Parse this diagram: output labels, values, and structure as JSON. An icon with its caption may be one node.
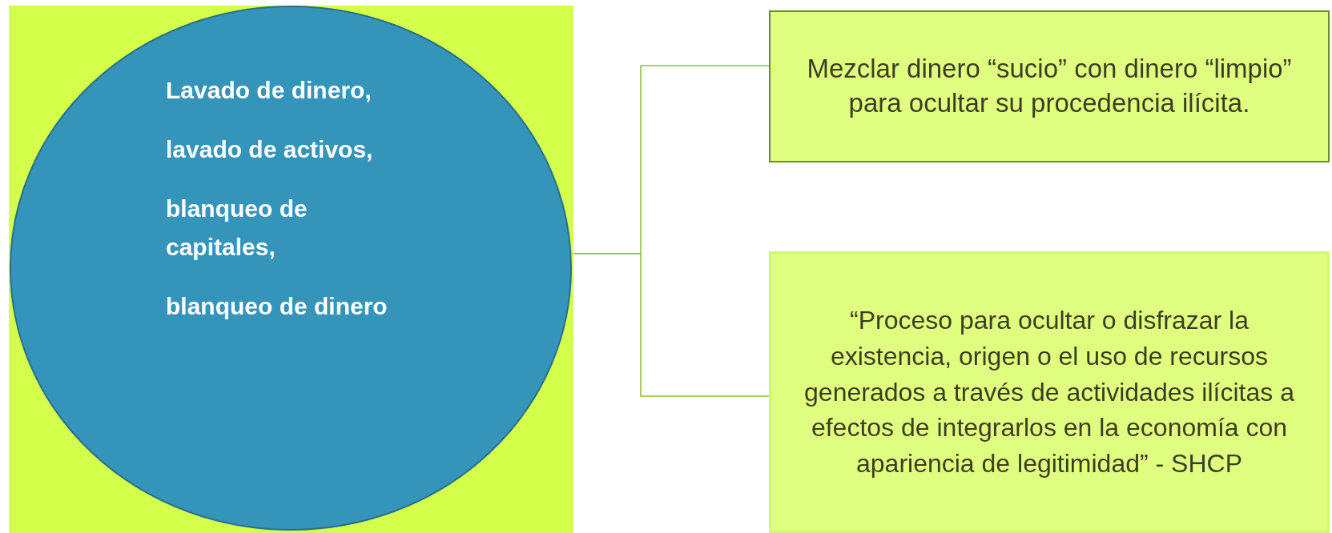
{
  "diagram": {
    "nodes": [
      {
        "text": [
          "Lavado de dinero,",
          "lavado de activos,",
          "blanqueo de capitales,",
          "blanqueo de dinero"
        ]
      },
      {
        "text": [
          "Mezclar dinero “sucio” con dinero “limpio” para ocultar su procedencia ilícita."
        ]
      },
      {
        "text": [
          "“Proceso para ocultar o disfrazar la existencia, origen o el uso de recursos generados a través de actividades ilícitas a efectos de integrarlos en la economía con apariencia de legitimidad”  - SHCP"
        ]
      }
    ],
    "edges": [
      {
        "from": 0,
        "to": 1,
        "arrow": "none"
      },
      {
        "from": 0,
        "to": 2,
        "arrow": "none"
      }
    ]
  }
}
